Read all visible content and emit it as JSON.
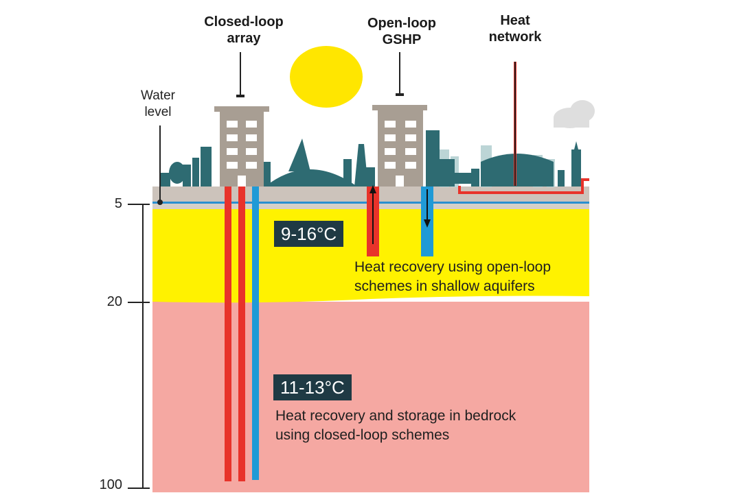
{
  "labels": {
    "closed_loop_line1": "Closed-loop",
    "closed_loop_line2": "array",
    "open_loop_line1": "Open-loop",
    "open_loop_line2": "GSHP",
    "heat_network_line1": "Heat",
    "heat_network_line2": "network",
    "water_level_line1": "Water",
    "water_level_line2": "level"
  },
  "depth_axis": {
    "ticks": [
      "5",
      "20",
      "100"
    ]
  },
  "zones": {
    "aquifer": {
      "temperature": "9-16°C",
      "description_line1": "Heat recovery using open-loop",
      "description_line2": "schemes in shallow aquifers"
    },
    "bedrock": {
      "temperature": "11-13°C",
      "description_line1": "Heat recovery and storage in bedrock",
      "description_line2": "using closed-loop schemes"
    }
  },
  "colors": {
    "aquifer": "#fff200",
    "bedrock": "#f5a8a2",
    "skyline": "#2e6b72",
    "building": "#a89e93",
    "sun": "#ffe600",
    "warm_pipe": "#e8332a",
    "cool_pipe": "#1f9ad6"
  }
}
